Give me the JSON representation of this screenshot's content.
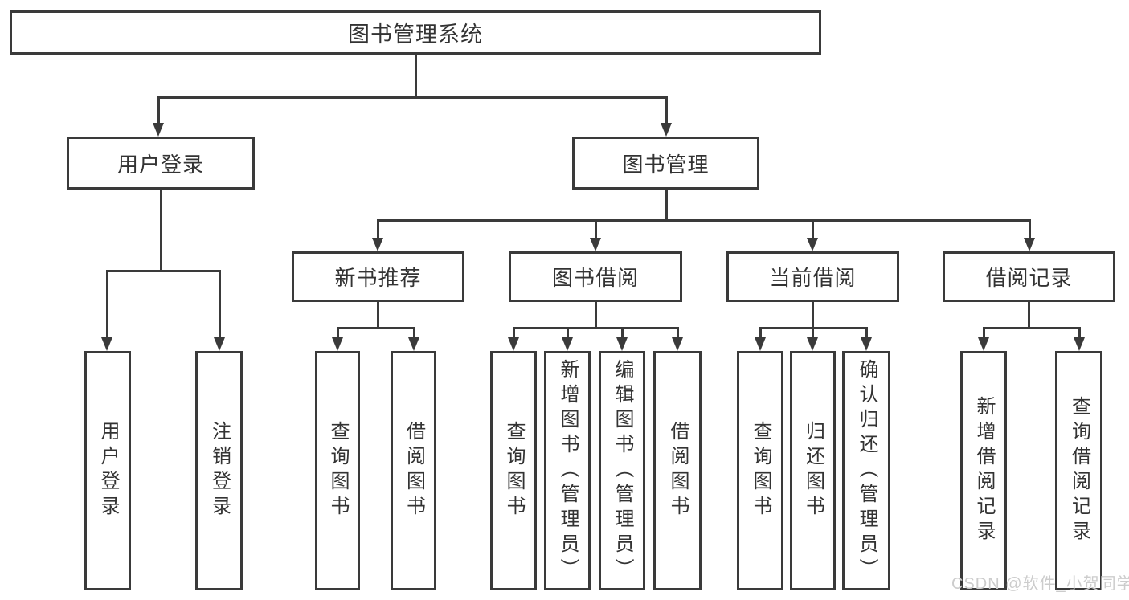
{
  "tree": {
    "label": "图书管理系统",
    "children": [
      {
        "label": "用户登录",
        "children": [
          {
            "label": "用户登录"
          },
          {
            "label": "注销登录"
          }
        ]
      },
      {
        "label": "图书管理",
        "children": [
          {
            "label": "新书推荐",
            "children": [
              {
                "label": "查询图书"
              },
              {
                "label": "借阅图书"
              }
            ]
          },
          {
            "label": "图书借阅",
            "children": [
              {
                "label": "查询图书"
              },
              {
                "label": "新增图书（管理员）"
              },
              {
                "label": "编辑图书（管理员）"
              },
              {
                "label": "借阅图书"
              }
            ]
          },
          {
            "label": "当前借阅",
            "children": [
              {
                "label": "查询图书"
              },
              {
                "label": "归还图书"
              },
              {
                "label": "确认归还（管理员）"
              }
            ]
          },
          {
            "label": "借阅记录",
            "children": [
              {
                "label": "新增借阅记录"
              },
              {
                "label": "查询借阅记录"
              }
            ]
          }
        ]
      }
    ]
  },
  "watermark": {
    "text": "CSDN @软件_小贺同学"
  },
  "colors": {
    "line": "#3a3a3a",
    "text": "#333333",
    "watermark": "#cccccc",
    "background": "#ffffff"
  }
}
